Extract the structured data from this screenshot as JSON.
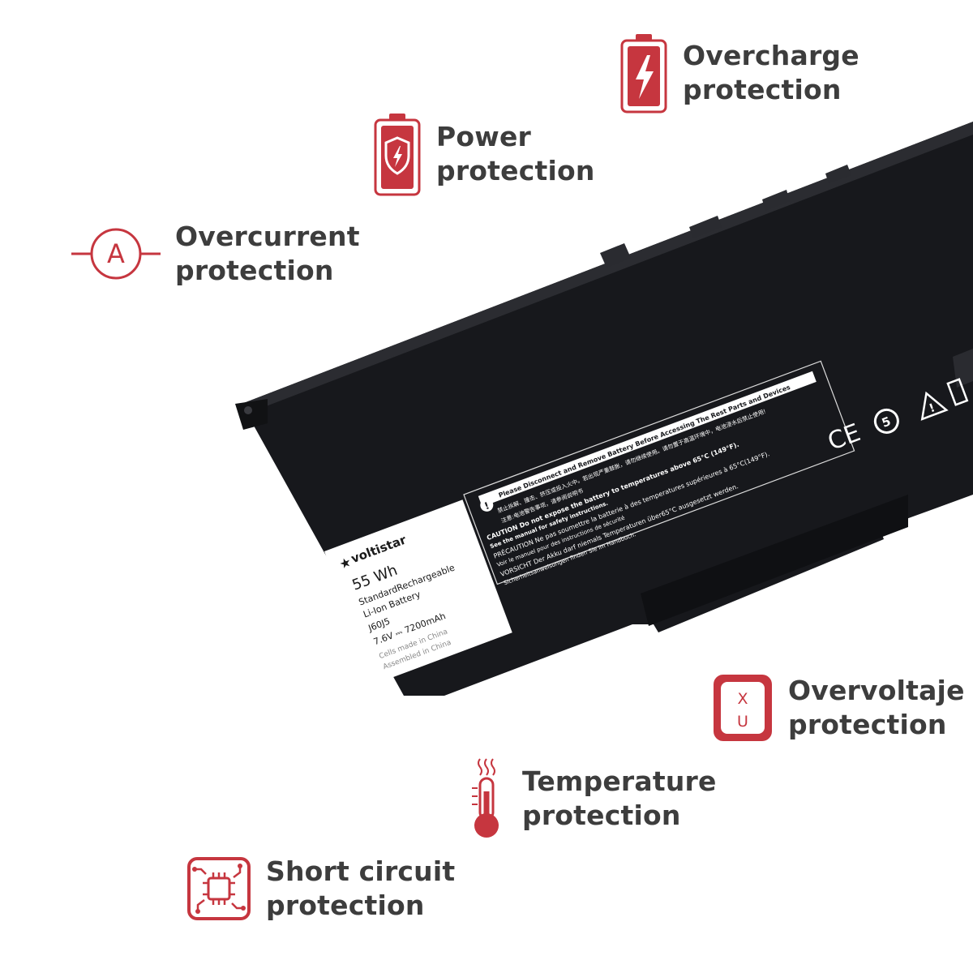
{
  "brand_color": "#c6363f",
  "battery_color": "#17181c",
  "features": {
    "overcharge": {
      "line1": "Overcharge",
      "line2": "protection",
      "icon": "battery-bolt-icon"
    },
    "power": {
      "line1": "Power",
      "line2": "protection",
      "icon": "battery-shield-icon"
    },
    "overcurrent": {
      "line1": "Overcurrent",
      "line2": "protection",
      "icon": "ammeter-icon",
      "glyph": "A"
    },
    "overvoltage": {
      "line1": "Overvoltaje",
      "line2": "protection",
      "icon": "voltage-icon",
      "glyph_top": "X",
      "glyph_bottom": "U"
    },
    "temperature": {
      "line1": "Temperature",
      "line2": "protection",
      "icon": "thermometer-icon"
    },
    "short_circuit": {
      "line1": "Short circuit",
      "line2": "protection",
      "icon": "chip-icon"
    }
  },
  "product_label": {
    "brand": "voltistar",
    "capacity": "55 Wh",
    "type_line1": "StandardRechargeable",
    "type_line2": "Li-Ion Battery",
    "model": "J60J5",
    "rating": "7.6V ⎓ 7200mAh",
    "origin_line1": "Cells made in China",
    "origin_line2": "Assembled in China"
  },
  "warning_label": {
    "header": "Please Disconnect and Remove Battery Before Accessing The Rest Parts and Devices",
    "cn_line1": "禁止拆解、撞击、挤压或投入火中。若出现严重鼓胀，请勿继续使用。请勿置于高温环境中，电池浸水后禁止使用!",
    "cn_line2": "注意:电池警告事项，请参阅说明书",
    "caution": "CAUTION Do not expose the battery to temperatures above 65°C (149°F).",
    "caution2": "See the manual for safety instructions.",
    "precaution": "PRÉCAUTION Ne pas soumettre la batterie à des temperatures supérieures à 65°C(149°F).",
    "precaution2": "Voir le manuel pour des instructions de sécurité",
    "vorsicht": "VORSICHT Der Akku darf niemals Temperaturen über65°C ausgesetzt werden.",
    "vorsicht2": "Sicherheitsanweisungen finden Sie im Handbuch."
  },
  "cert_marks": {
    "ce": "CE",
    "recycle": "5",
    "warning": "!"
  }
}
